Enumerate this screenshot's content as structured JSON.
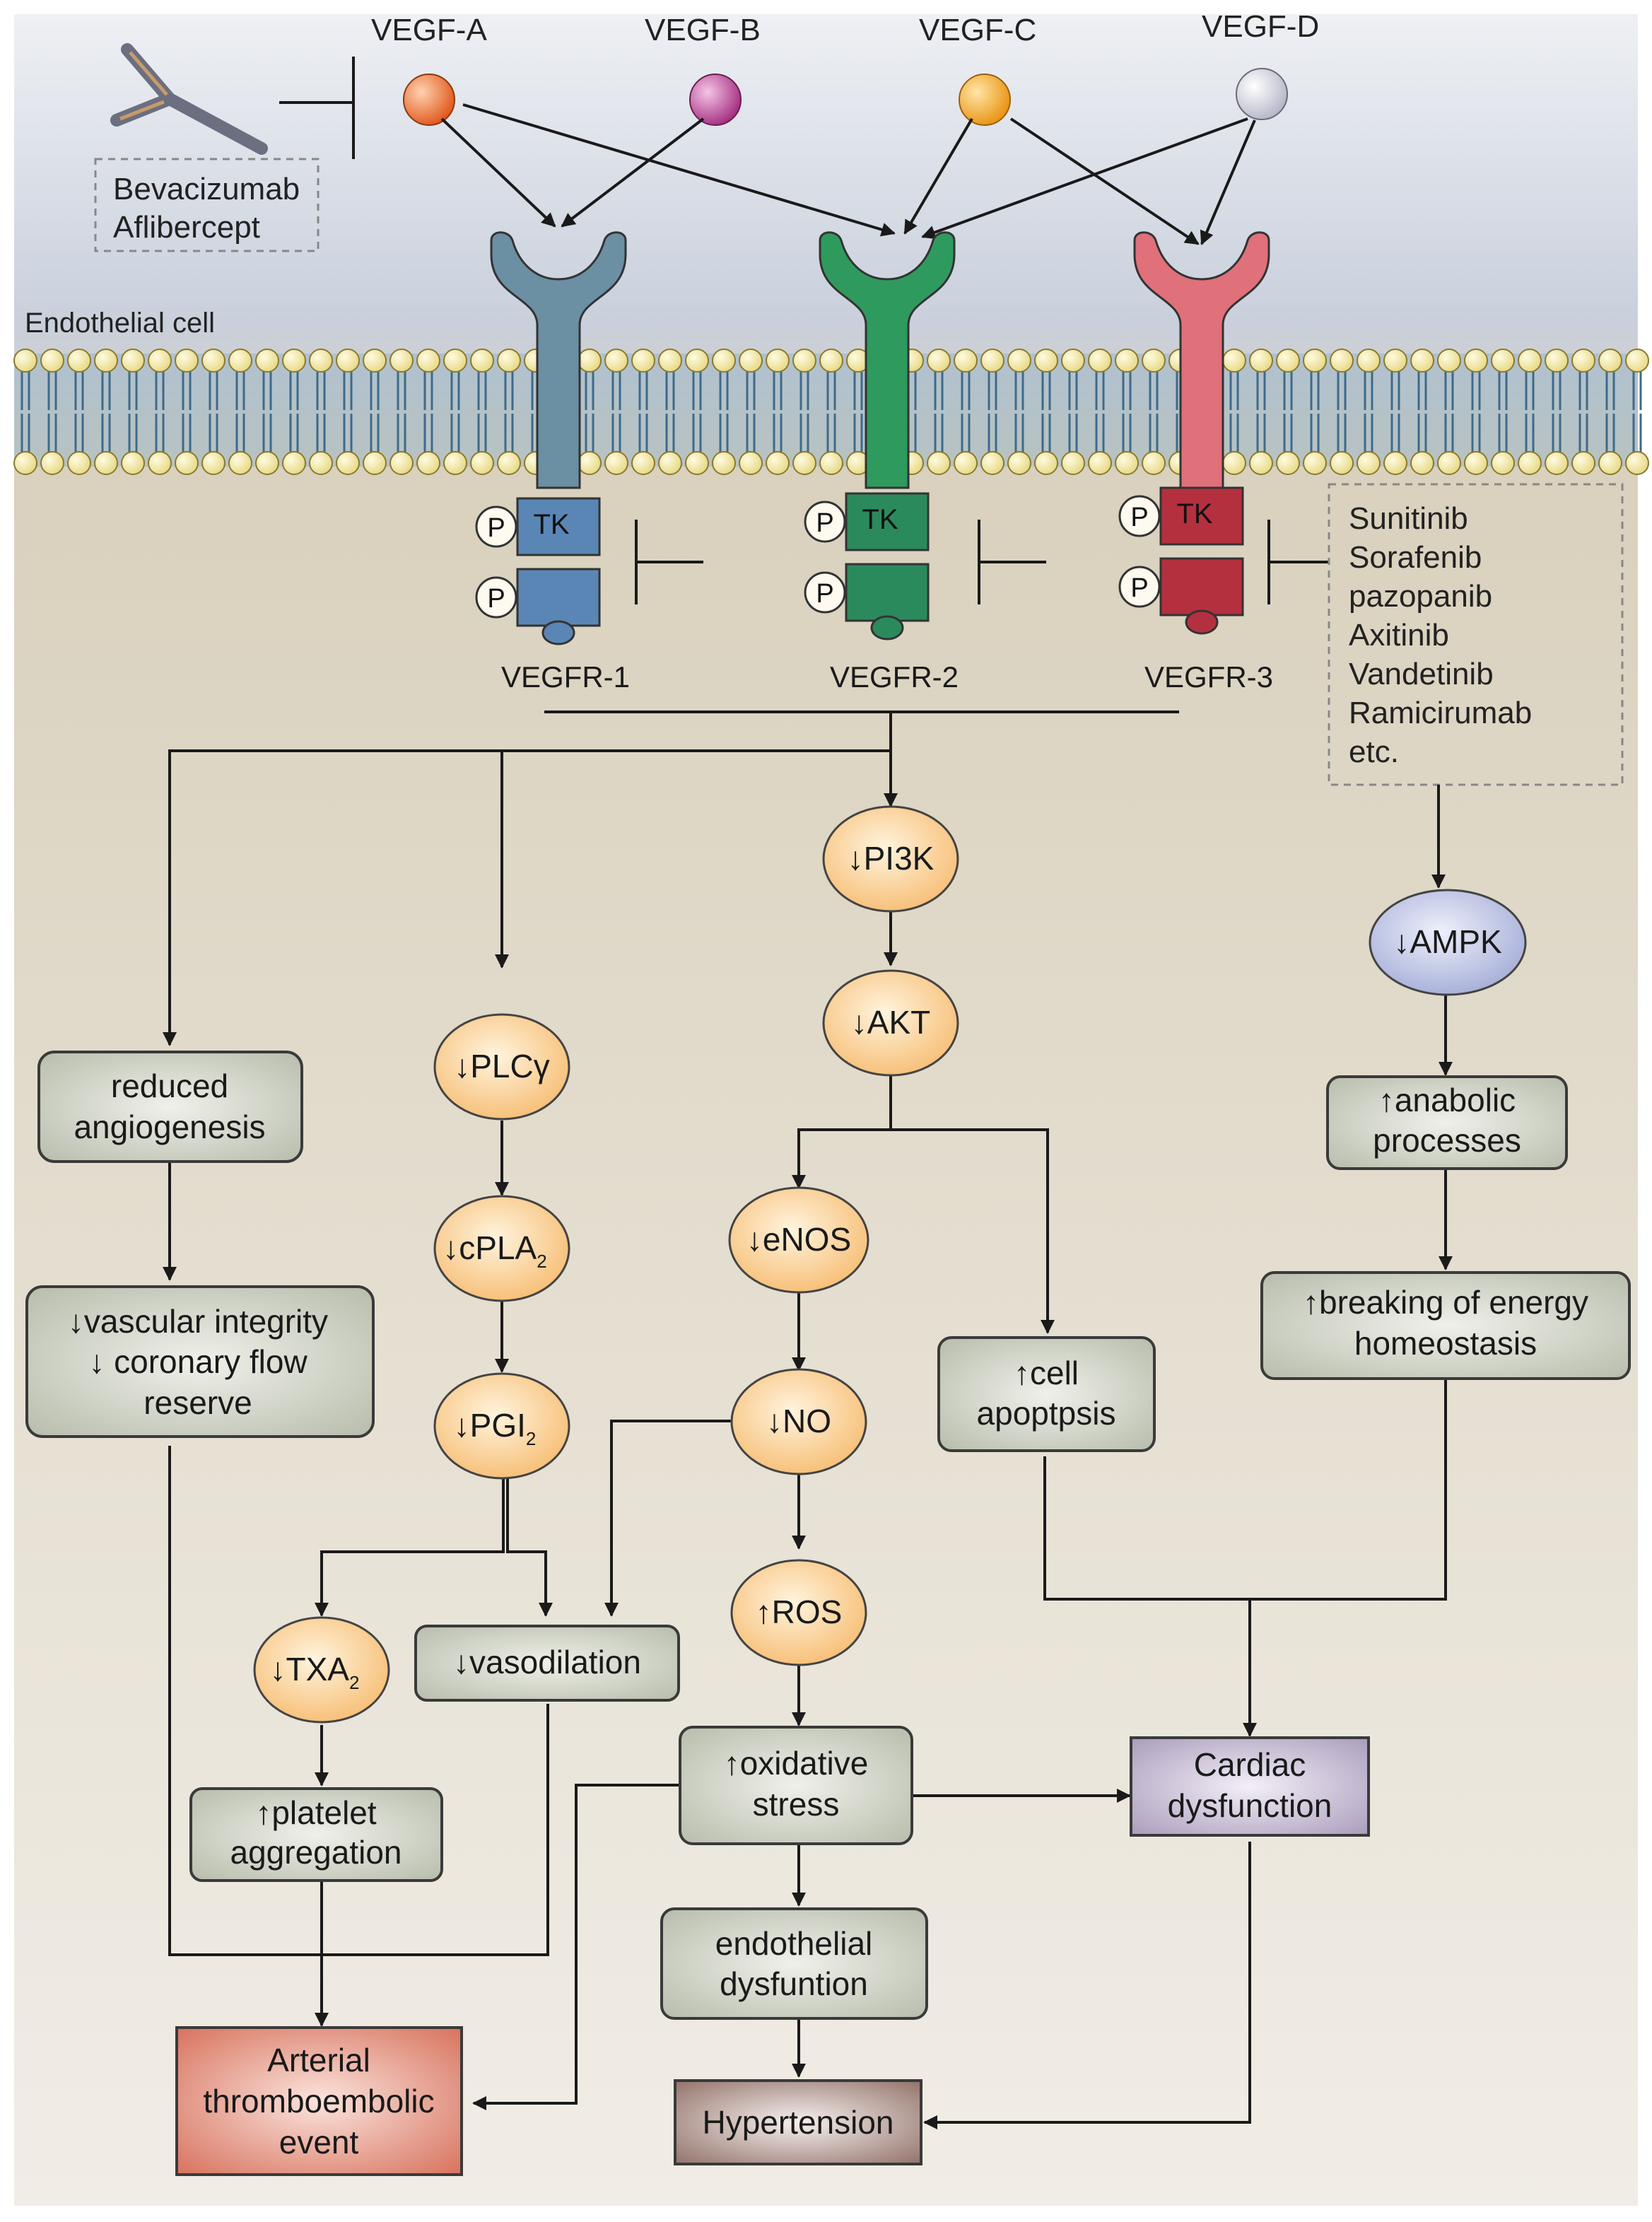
{
  "ligands": [
    {
      "id": "vegf-a",
      "label": "VEGF-A",
      "color": "#ee6a1c"
    },
    {
      "id": "vegf-b",
      "label": "VEGF-B",
      "color": "#b8368f"
    },
    {
      "id": "vegf-c",
      "label": "VEGF-C",
      "color": "#f4a21a"
    },
    {
      "id": "vegf-d",
      "label": "VEGF-D",
      "color": "#dcdce8"
    }
  ],
  "antibody_drugs": [
    "Bevacizumab",
    "Aflibercept"
  ],
  "membrane_label": "Endothelial cell",
  "receptors": [
    {
      "id": "vegfr-1",
      "label": "VEGFR-1",
      "color": "#6b8fa3",
      "tk_color": "#5a86b5"
    },
    {
      "id": "vegfr-2",
      "label": "VEGFR-2",
      "color": "#2f9a5e",
      "tk_color": "#2b8a5c"
    },
    {
      "id": "vegfr-3",
      "label": "VEGFR-3",
      "color": "#e0707a",
      "tk_color": "#b5303e"
    }
  ],
  "tk_label": "TK",
  "p_label": "P",
  "tki_drugs": [
    "Sunitinib",
    "Sorafenib",
    "pazopanib",
    "Axitinib",
    "Vandetinib",
    "Ramicirumab",
    "etc."
  ],
  "nodes": {
    "pi3k": "↓PI3K",
    "akt": "↓AKT",
    "ampk": "↓AMPK",
    "plcg": "↓PLCγ",
    "cpla2": "↓cPLA",
    "cpla2_sub": "2",
    "pgi2": "↓PGI",
    "pgi2_sub": "2",
    "enos": "↓eNOS",
    "no": "↓NO",
    "ros": "↑ROS",
    "txa2": "↓TXA",
    "txa2_sub": "2",
    "reduced_angiogenesis": [
      "reduced",
      "angiogenesis"
    ],
    "vascular_integrity": [
      "↓vascular integrity",
      "↓ coronary flow",
      "reserve"
    ],
    "anabolic": [
      "↑anabolic",
      "processes"
    ],
    "energy": [
      "↑breaking of energy",
      "homeostasis"
    ],
    "apoptosis": [
      "↑cell",
      "apoptpsis"
    ],
    "vasodilation": "↓vasodilation",
    "platelet": [
      "↑platelet",
      "aggregation"
    ],
    "oxidative": [
      "↑oxidative",
      "stress"
    ],
    "endothelial_dys": [
      "endothelial",
      "dysfuntion"
    ],
    "cardiac": [
      "Cardiac",
      "dysfunction"
    ],
    "arterial": [
      "Arterial",
      "thromboembolic",
      "event"
    ],
    "hypertension": "Hypertension"
  }
}
